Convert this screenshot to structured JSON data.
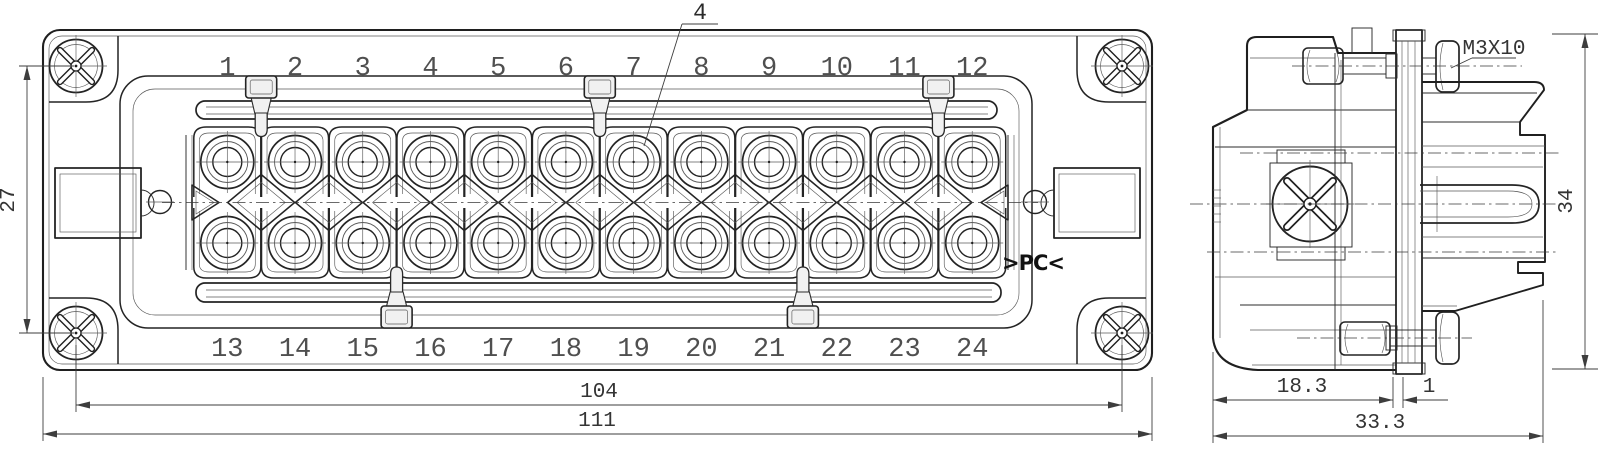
{
  "meta": {
    "background_color": "#ffffff",
    "line_color": "#1f1f1f",
    "dimension_color": "#3d3d3d",
    "label_color": "#4f4f4f"
  },
  "front_view": {
    "pins_top": [
      "1",
      "2",
      "3",
      "4",
      "5",
      "6",
      "7",
      "8",
      "9",
      "10",
      "11",
      "12"
    ],
    "pins_bottom": [
      "13",
      "14",
      "15",
      "16",
      "17",
      "18",
      "19",
      "20",
      "21",
      "22",
      "23",
      "24"
    ],
    "callout": "4",
    "material_marking": ">PC<",
    "dimensions": {
      "height_screw_centers": "27",
      "width_screw_centers": "104",
      "width_overall": "111"
    }
  },
  "side_view": {
    "screw_spec": "M3X10",
    "dimensions": {
      "depth_to_flange": "18.3",
      "panel_thickness": "1",
      "depth_overall": "33.3",
      "height_overall": "34"
    }
  }
}
